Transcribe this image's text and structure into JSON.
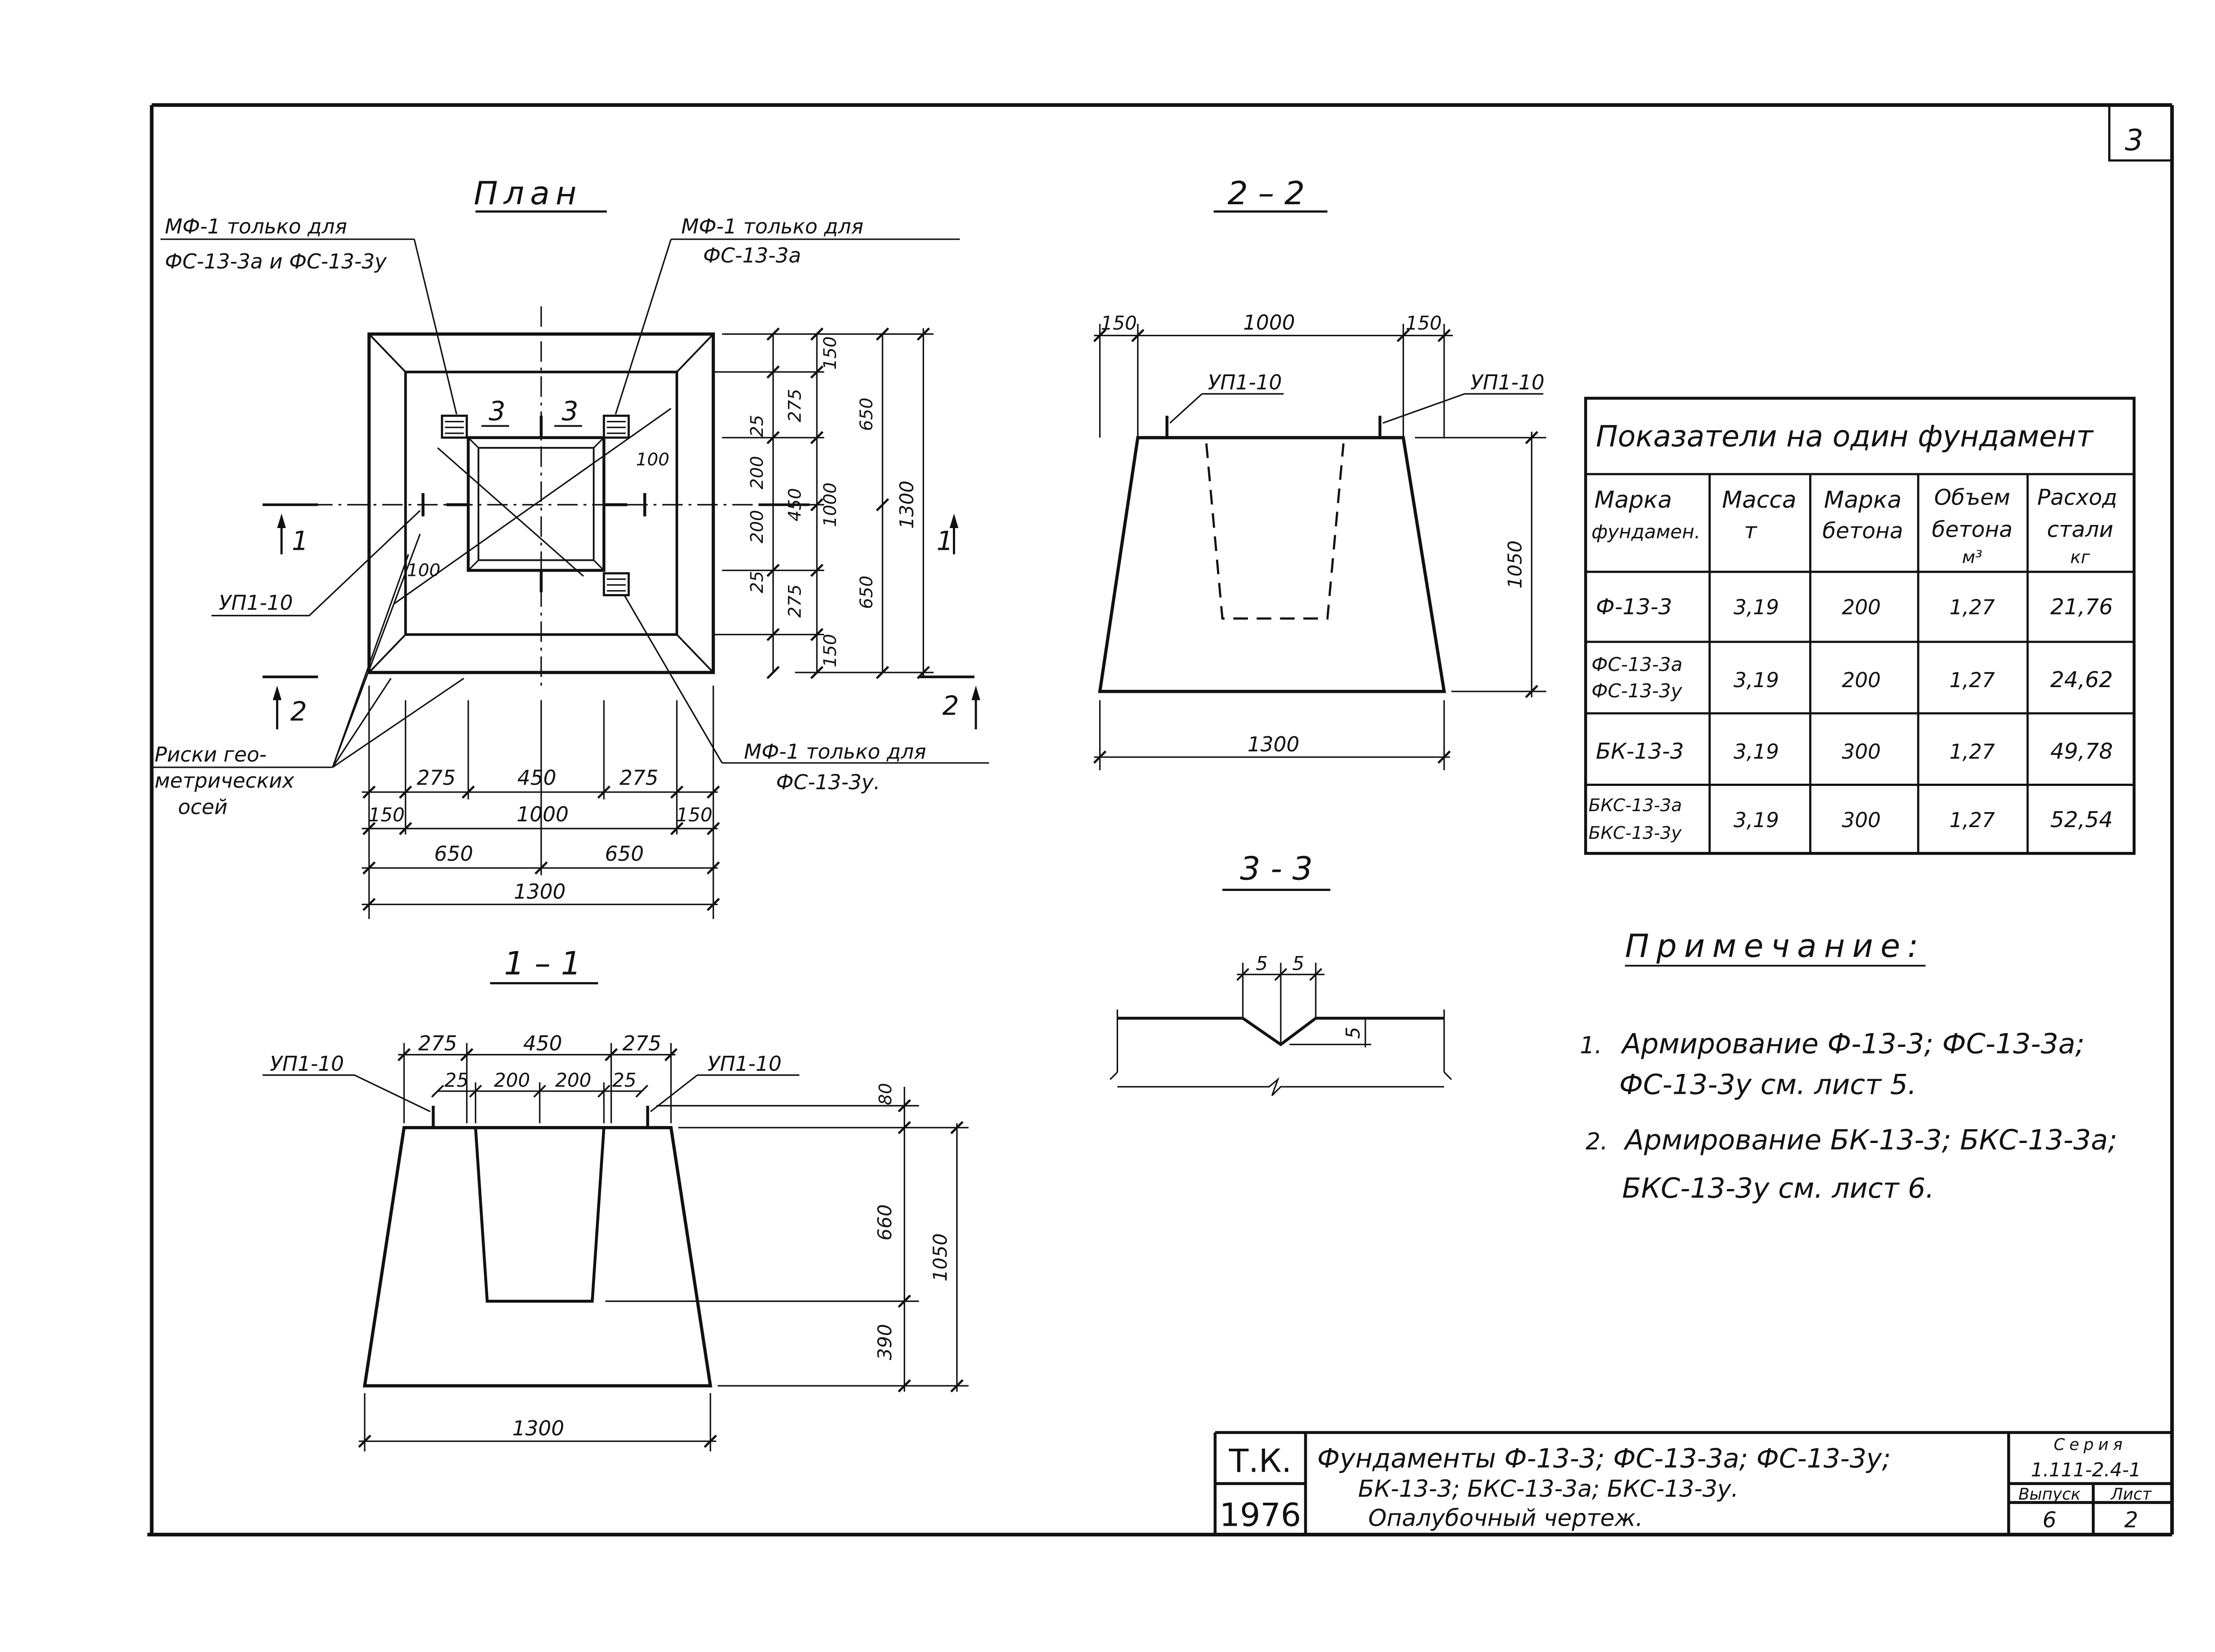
{
  "sheet_number": "3",
  "plan": {
    "title": "План",
    "callout_left_line1": "МФ-1 только для",
    "callout_left_line2": "ФС-13-3а  и ФС-13-3у",
    "callout_right_line1": "МФ-1 только для",
    "callout_right_line2": "ФС-13-3а",
    "callout_bottom_line1": "МФ-1 только для",
    "callout_bottom_line2": "ФС-13-3у.",
    "loop_label": "УП1-10",
    "axes_note_line1": "Риски гео-",
    "axes_note_line2": "метрических",
    "axes_note_line3": "осей",
    "section_3_mark": "3",
    "section_1_mark": "1",
    "section_2_mark": "2",
    "dim_100": "100",
    "bottom_dims_row1": [
      "275",
      "450",
      "275"
    ],
    "bottom_dims_row2": [
      "150",
      "1000",
      "150"
    ],
    "bottom_dims_row3": [
      "650",
      "650"
    ],
    "bottom_dims_row4": "1300",
    "right_dims_a": [
      "150",
      "275",
      "25",
      "200",
      "200",
      "25",
      "275",
      "150"
    ],
    "right_dims_b": [
      "650",
      "450",
      "1000",
      "650"
    ],
    "right_dims_c": "1300"
  },
  "section_2_2": {
    "title": "2 – 2",
    "top_dims": [
      "150",
      "1000",
      "150"
    ],
    "loop_left": "УП1-10",
    "loop_right": "УП1-10",
    "height": "1050",
    "base": "1300"
  },
  "section_3_3": {
    "title": "3 - 3",
    "dims": [
      "5",
      "5"
    ],
    "depth": "5"
  },
  "section_1_1": {
    "title": "1 – 1",
    "loop_left": "УП1-10",
    "loop_right": "УП1-10",
    "top_dims_row1": [
      "275",
      "450",
      "275"
    ],
    "top_dims_row2": [
      "25",
      "200",
      "200",
      "25"
    ],
    "right_dims": [
      "80",
      "660",
      "390"
    ],
    "height": "1050",
    "base": "1300"
  },
  "table": {
    "title": "Показатели на один фундамент",
    "headers": [
      [
        "Марка",
        "фундамен."
      ],
      [
        "Масса",
        "т"
      ],
      [
        "Марка",
        "бетона"
      ],
      [
        "Объем",
        "бетона",
        "м³"
      ],
      [
        "Расход",
        "стали",
        "кг"
      ]
    ],
    "rows": [
      {
        "mark": [
          "Ф-13-3"
        ],
        "mass": "3,19",
        "concrete": "200",
        "volume": "1,27",
        "steel": "21,76"
      },
      {
        "mark": [
          "ФС-13-3а",
          "ФС-13-3у"
        ],
        "mass": "3,19",
        "concrete": "200",
        "volume": "1,27",
        "steel": "24,62"
      },
      {
        "mark": [
          "БК-13-3"
        ],
        "mass": "3,19",
        "concrete": "300",
        "volume": "1,27",
        "steel": "49,78"
      },
      {
        "mark": [
          "БКС-13-3а",
          "БКС-13-3у"
        ],
        "mass": "3,19",
        "concrete": "300",
        "volume": "1,27",
        "steel": "52,54"
      }
    ]
  },
  "notes": {
    "title": "Примечание:",
    "n1_num": "1.",
    "n1_line1": "Армирование   Ф-13-3; ФС-13-3а;",
    "n1_line2": "ФС-13-3у  см. лист 5.",
    "n2_num": "2.",
    "n2_line1": "Армирование  БК-13-3; БКС-13-3а;",
    "n2_line2": "БКС-13-3у  см. лист 6."
  },
  "title_block": {
    "org": "Т.К.",
    "year": "1976",
    "name_line1": "Фундаменты   Ф-13-3; ФС-13-3а; ФС-13-3у;",
    "name_line2": "БК-13-3; БКС-13-3а;  БКС-13-3у.",
    "name_line3": "Опалубочный   чертеж.",
    "series_label": "Серия",
    "series_value": "1.111-2.4-1",
    "issue_label": "Выпуск",
    "issue_value": "6",
    "sheet_label": "Лист",
    "sheet_value": "2"
  }
}
